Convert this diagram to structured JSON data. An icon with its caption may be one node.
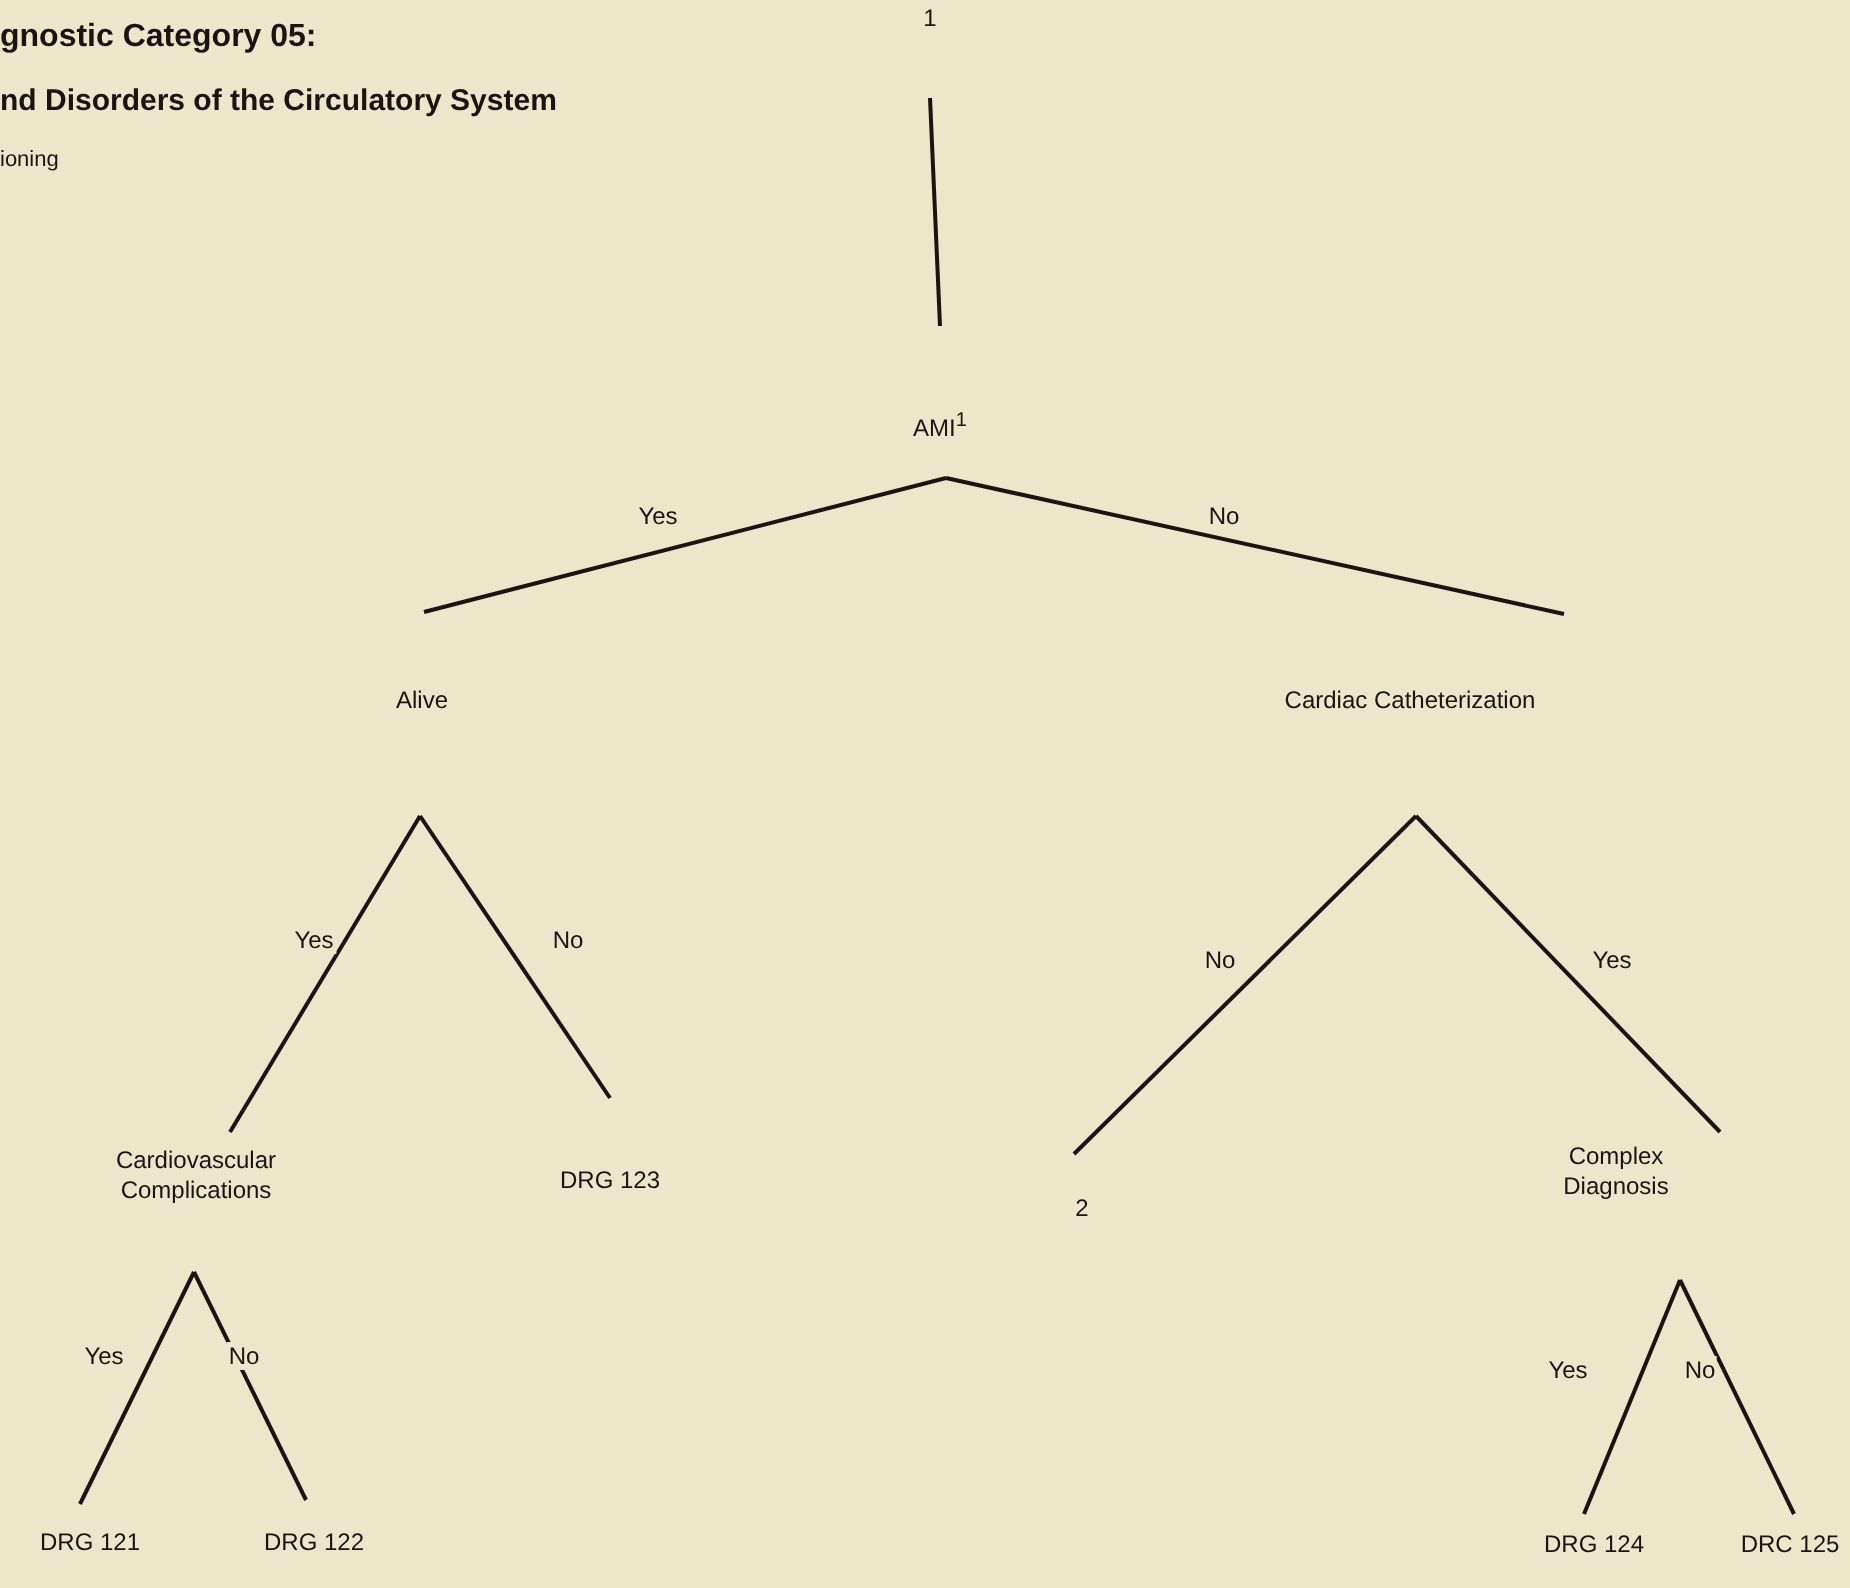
{
  "diagram": {
    "title": "gnostic Category 05:",
    "nodes": [
      {
        "text": [
          "1"
        ]
      },
      {
        "text": [
          "AMI$^{1}$"
        ]
      },
      {
        "text": [
          "Alive"
        ]
      },
      {
        "text": [
          "Cardiac Catheterization"
        ]
      },
      {
        "text": [
          "Cardiovascular Complications"
        ]
      },
      {
        "text": [
          "DRG 123"
        ]
      },
      {
        "text": [
          "2"
        ]
      },
      {
        "text": [
          "Complex Diagnosis"
        ]
      },
      {
        "text": [
          "DRG 121"
        ]
      },
      {
        "text": [
          "DRG 122"
        ]
      },
      {
        "text": [
          "DRG 124"
        ]
      },
      {
        "text": [
          "DRC 125"
        ]
      }
    ],
    "edges": [
      {
        "from": 0,
        "to": 1,
        "arrow": "none"
      },
      {
        "from": 1,
        "to": 2,
        "arrow": "none",
        "label": "Yes"
      },
      {
        "from": 1,
        "to": 3,
        "arrow": "none",
        "label": "No"
      },
      {
        "from": 2,
        "to": 4,
        "arrow": "none",
        "label": "Yes"
      },
      {
        "from": 2,
        "to": 5,
        "arrow": "none",
        "label": "No"
      },
      {
        "from": 3,
        "to": 6,
        "arrow": "none",
        "label": "No"
      },
      {
        "from": 3,
        "to": 7,
        "arrow": "none",
        "label": "Yes"
      },
      {
        "from": 4,
        "to": 8,
        "arrow": "none",
        "label": "Yes"
      },
      {
        "from": 4,
        "to": 9,
        "arrow": "none",
        "label": "No"
      },
      {
        "from": 7,
        "to": 10,
        "arrow": "none",
        "label": "Yes"
      },
      {
        "from": 7,
        "to": 11,
        "arrow": "none",
        "label": "No"
      }
    ],
    "labels": [
      "nd Disorders of the Circulatory System",
      "ioning"
    ]
  }
}
